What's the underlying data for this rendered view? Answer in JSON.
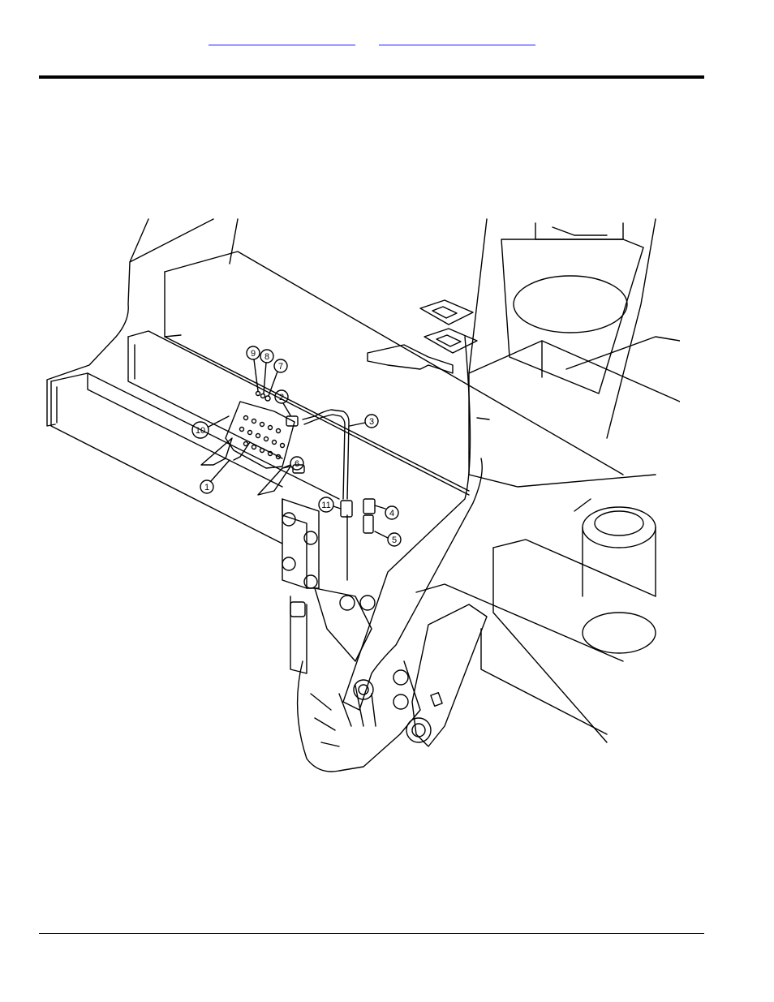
{
  "header": {
    "links": [
      "",
      ""
    ]
  },
  "drawing": {
    "callouts": [
      "1",
      "2",
      "3",
      "4",
      "5",
      "6",
      "7",
      "8",
      "9",
      "10",
      "11"
    ]
  }
}
